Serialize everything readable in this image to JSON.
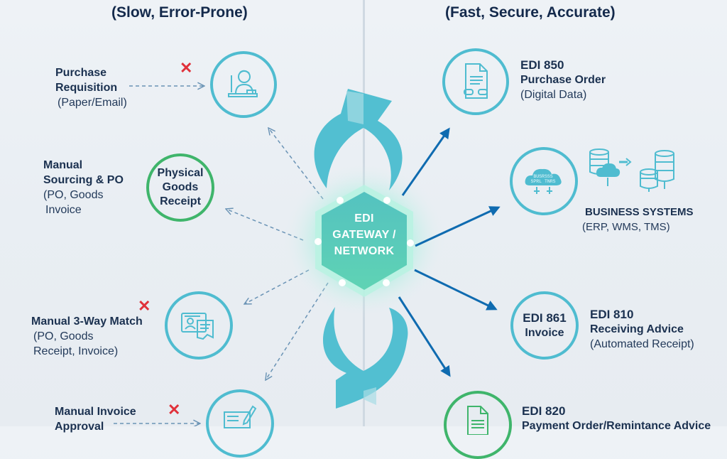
{
  "left_column": {
    "subtitle": "(Slow, Error-Prone)",
    "steps": [
      {
        "title": "Purchase Requisition",
        "title_lines": [
          "Purchase",
          "Requisition"
        ],
        "detail": "(Paper/Email)",
        "icon": "person-at-desk-icon",
        "error": true
      },
      {
        "title": "Manual Sourcing & PO",
        "title_lines": [
          "Manual",
          "Sourcing & PO"
        ],
        "detail_lines": [
          "(PO, Goods",
          "Invoice"
        ],
        "error": false
      },
      {
        "title": "Manual 3-Way Match",
        "detail_lines": [
          "(PO, Goods",
          "Receipt, Invoice)"
        ],
        "icon": "documents-id-icon",
        "error": true
      },
      {
        "title": "Manual Invoice Approval",
        "title_lines": [
          "Manual Invoice",
          "Approval"
        ],
        "icon": "form-pencil-icon",
        "error": true
      }
    ],
    "physical_receipt": {
      "lines": [
        "Physical",
        "Goods",
        "Receipt"
      ]
    },
    "error_mark": "✕"
  },
  "center": {
    "hub_lines": [
      "EDI",
      "GATEWAY /",
      "NETWORK"
    ]
  },
  "right_column": {
    "subtitle": "(Fast, Secure, Accurate)",
    "items": [
      {
        "code": "EDI 850",
        "name": "Purchase Order",
        "detail": "(Digital Data)",
        "icon": "document-connector-icon"
      },
      {
        "name": "BUSINESS SYSTEMS",
        "detail": "(ERP, WMS, TMS)",
        "cloud_text": [
          "BUSRSSS",
          "SPRL TNRS"
        ],
        "icon": "cloud-database-sync-icon"
      },
      {
        "circle_code": "EDI 861",
        "circle_name": "Invoice",
        "code": "EDI 810",
        "name": "Receiving Advice",
        "detail": "(Automated Receipt)"
      },
      {
        "code": "EDI 820",
        "name": "Payment Order/Remintance Advice",
        "icon": "document-icon"
      }
    ]
  },
  "colors": {
    "teal": "#4fbcd0",
    "green": "#3fb56b",
    "navy": "#13294b",
    "arrow_blue": "#0f6bb0",
    "error_red": "#e0313a",
    "hub": "#5ccfb8"
  }
}
